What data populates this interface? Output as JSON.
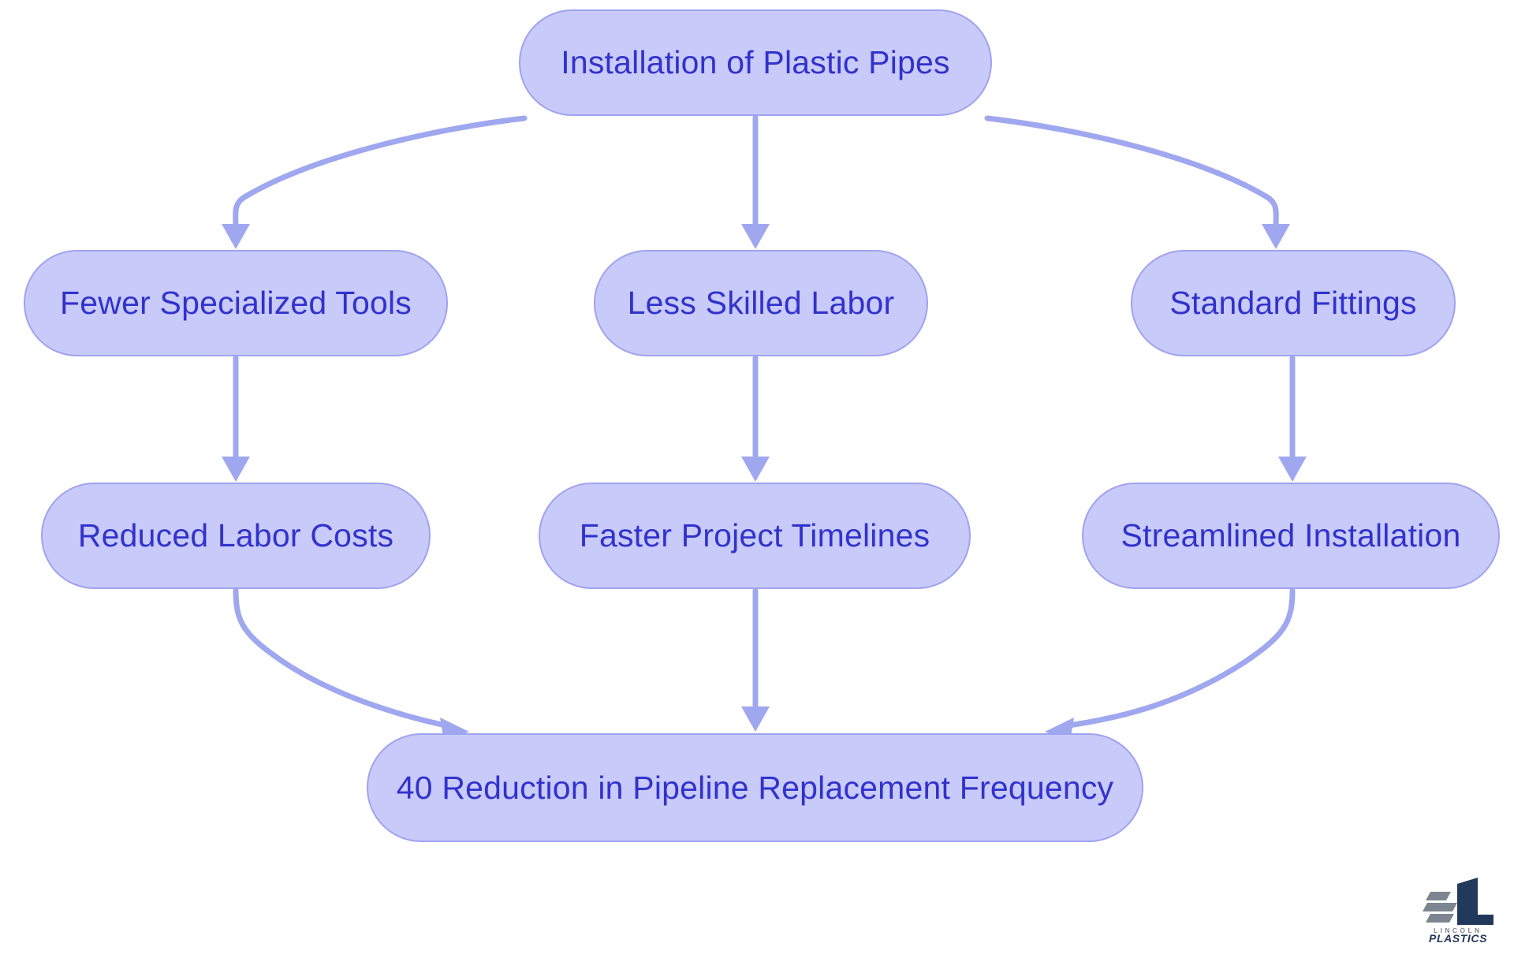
{
  "diagram": {
    "type": "flowchart",
    "direction": "top-down",
    "background_color": "#ffffff",
    "node_fill_color": "#c8caf9",
    "node_border_color": "#9fa3ef",
    "node_text_color": "#3232cc",
    "edge_color": "#9fa8ef",
    "node_shape": "stadium",
    "levels": 4,
    "nodes": [
      {
        "id": "root",
        "label": "Installation of Plastic Pipes",
        "level": 1,
        "column": "center"
      },
      {
        "id": "tools",
        "label": "Fewer Specialized Tools",
        "level": 2,
        "column": "left"
      },
      {
        "id": "labor",
        "label": "Less Skilled Labor",
        "level": 2,
        "column": "center"
      },
      {
        "id": "fitt",
        "label": "Standard Fittings",
        "level": 2,
        "column": "right"
      },
      {
        "id": "cost",
        "label": "Reduced Labor Costs",
        "level": 3,
        "column": "left"
      },
      {
        "id": "time",
        "label": "Faster Project Timelines",
        "level": 3,
        "column": "center"
      },
      {
        "id": "stream",
        "label": "Streamlined Installation",
        "level": 3,
        "column": "right"
      },
      {
        "id": "goal",
        "label": "40 Reduction in Pipeline Replacement Frequency",
        "level": 4,
        "column": "center"
      }
    ],
    "edges": [
      {
        "from": "root",
        "to": "tools",
        "style": "curved",
        "arrow": "down"
      },
      {
        "from": "root",
        "to": "labor",
        "style": "straight",
        "arrow": "down"
      },
      {
        "from": "root",
        "to": "fitt",
        "style": "curved",
        "arrow": "down"
      },
      {
        "from": "tools",
        "to": "cost",
        "style": "straight",
        "arrow": "down"
      },
      {
        "from": "labor",
        "to": "time",
        "style": "straight",
        "arrow": "down"
      },
      {
        "from": "fitt",
        "to": "stream",
        "style": "straight",
        "arrow": "down"
      },
      {
        "from": "cost",
        "to": "goal",
        "style": "curved",
        "arrow": "right"
      },
      {
        "from": "time",
        "to": "goal",
        "style": "straight",
        "arrow": "down"
      },
      {
        "from": "stream",
        "to": "goal",
        "style": "curved",
        "arrow": "left"
      }
    ]
  },
  "logo": {
    "name_line1": "LINCOLN",
    "name_line2": "PLASTICS",
    "navy": "#22395c",
    "gray": "#7d8590"
  }
}
